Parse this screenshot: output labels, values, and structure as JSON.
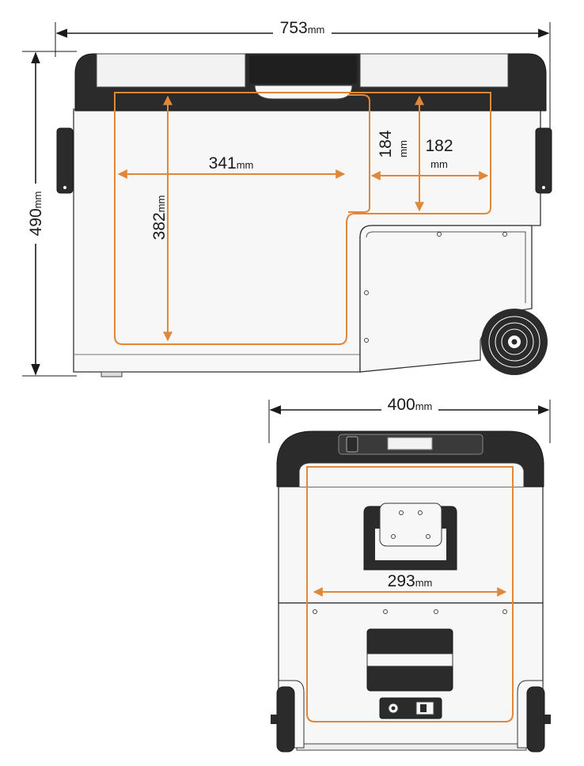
{
  "colors": {
    "dimension_accent": "#e0873a",
    "lid": "#2b2b2b",
    "body": "#f7f7f7",
    "lines": "#1a1a1a"
  },
  "side_view": {
    "overall_width": {
      "value": "753",
      "unit": "mm"
    },
    "overall_height": {
      "value": "490",
      "unit": "mm"
    },
    "main_compartment_width": {
      "value": "341",
      "unit": "mm"
    },
    "main_compartment_depth": {
      "value": "382",
      "unit": "mm"
    },
    "small_compartment_depth": {
      "value": "184",
      "unit": "mm"
    },
    "small_compartment_width": {
      "value": "182",
      "unit": "mm"
    }
  },
  "front_view": {
    "overall_depth": {
      "value": "400",
      "unit": "mm"
    },
    "inner_depth": {
      "value": "293",
      "unit": "mm"
    }
  }
}
